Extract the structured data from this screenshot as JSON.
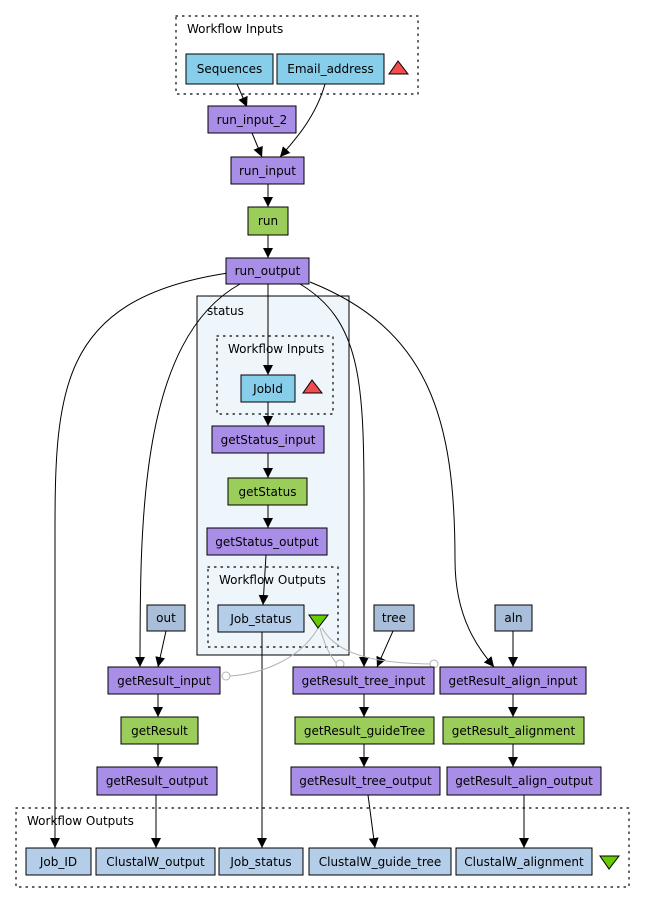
{
  "colors": {
    "input_port": "#87ceeb",
    "processor_port": "#a98ee8",
    "service": "#9acd5a",
    "constant": "#a9bfd9",
    "output_port": "#b4cde9",
    "nested_bg": "#eef6fc",
    "warning_triangle": "#f24c4c",
    "output_triangle": "#66cc00"
  },
  "diagram": {
    "top_inputs_label": "Workflow Inputs",
    "bottom_outputs_label": "Workflow Outputs",
    "nested": {
      "title": "status",
      "inputs_label": "Workflow Inputs",
      "outputs_label": "Workflow Outputs"
    },
    "nodes": {
      "sequences": "Sequences",
      "email_address": "Email_address",
      "run_input_2": "run_input_2",
      "run_input": "run_input",
      "run": "run",
      "run_output": "run_output",
      "jobid": "JobId",
      "getstatus_input": "getStatus_input",
      "getstatus": "getStatus",
      "getstatus_output": "getStatus_output",
      "job_status_inner": "Job_status",
      "out": "out",
      "tree": "tree",
      "aln": "aln",
      "getresult_input": "getResult_input",
      "getresult_tree_input": "getResult_tree_input",
      "getresult_align_input": "getResult_align_input",
      "getresult": "getResult",
      "getresult_guidetree": "getResult_guideTree",
      "getresult_alignment": "getResult_alignment",
      "getresult_output": "getResult_output",
      "getresult_tree_output": "getResult_tree_output",
      "getresult_align_output": "getResult_align_output",
      "job_id": "Job_ID",
      "clustalw_output": "ClustalW_output",
      "job_status": "Job_status",
      "clustalw_guide_tree": "ClustalW_guide_tree",
      "clustalw_alignment": "ClustalW_alignment"
    }
  }
}
